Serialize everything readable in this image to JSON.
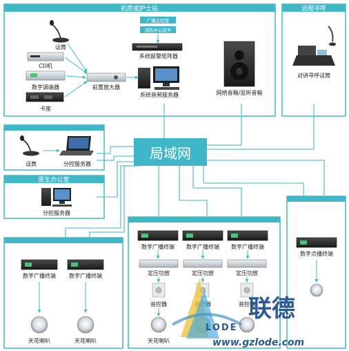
{
  "colors": {
    "accent": "#3fb7c8",
    "line": "#5cc2d1",
    "device_dark": "#2b2b2b",
    "device_silver": "#c9ced3",
    "watermark_blue": "#1c4d8c"
  },
  "sections": {
    "control_room": "机房或护士站",
    "remote_call": "远程寻呼",
    "doctor_office": "医生办公室"
  },
  "hub_label": "局域网",
  "tags": [
    "广播主控室",
    "消防中心信号"
  ],
  "devices": {
    "paging_mic": "话筒",
    "cd_player": "CD机",
    "digital_tuner": "数字调谐器",
    "cassette": "卡座",
    "preamp": "前置放大器",
    "alarm_matrix": "系统报警矩阵器",
    "audio_server": "系统音频服务器",
    "network_speaker": "网络音箱/监听音箱",
    "talk_paging_mic": "对讲寻呼话筒",
    "mic2": "话筒",
    "sub_server": "分控服务器",
    "sub_server2": "分控服务器",
    "terminal": "数字广播终端",
    "amp": "定压功放",
    "volume": "音控器",
    "ceiling": "天花喇叭",
    "point_terminal": "数字点播终端"
  },
  "watermark": {
    "brand": "联德",
    "letters": "LODE",
    "url": "www.gzlode.com"
  },
  "icons": [
    "microphone-icon",
    "rack-device-icon",
    "computer-icon",
    "laptop-icon",
    "speaker-cabinet-icon",
    "fax-phone-icon",
    "ceiling-speaker-icon",
    "volume-knob-icon"
  ]
}
